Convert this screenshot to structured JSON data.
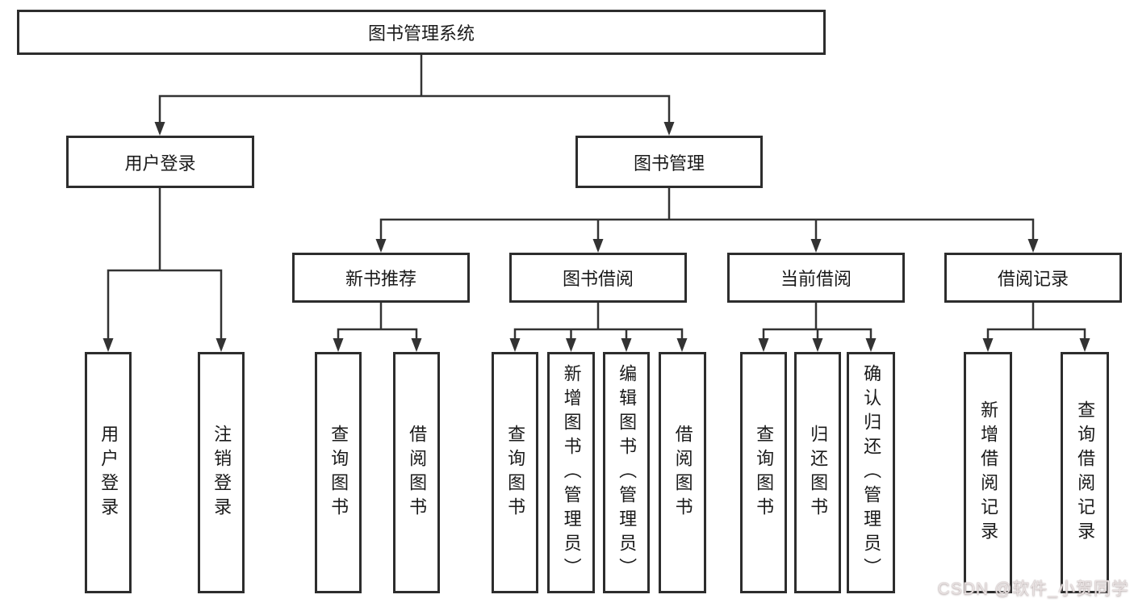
{
  "diagram": {
    "root": "图书管理系统",
    "branches": [
      {
        "label": "用户登录",
        "children": [
          "用户登录",
          "注销登录"
        ]
      },
      {
        "label": "图书管理",
        "sections": [
          {
            "label": "新书推荐",
            "children": [
              "查询图书",
              "借阅图书"
            ]
          },
          {
            "label": "图书借阅",
            "children": [
              "查询图书",
              "新增图书（管理员）",
              "编辑图书（管理员）",
              "借阅图书"
            ]
          },
          {
            "label": "当前借阅",
            "children": [
              "查询图书",
              "归还图书",
              "确认归还（管理员）"
            ]
          },
          {
            "label": "借阅记录",
            "children": [
              "新增借阅记录",
              "查询借阅记录"
            ]
          }
        ]
      }
    ],
    "colors": {
      "line": "#333333",
      "box_border": "#2d2d2d",
      "text": "#1a1a1a",
      "background": "#ffffff",
      "watermark": "#e9e2e2"
    },
    "watermark": "CSDN @软件_小贺同学"
  }
}
